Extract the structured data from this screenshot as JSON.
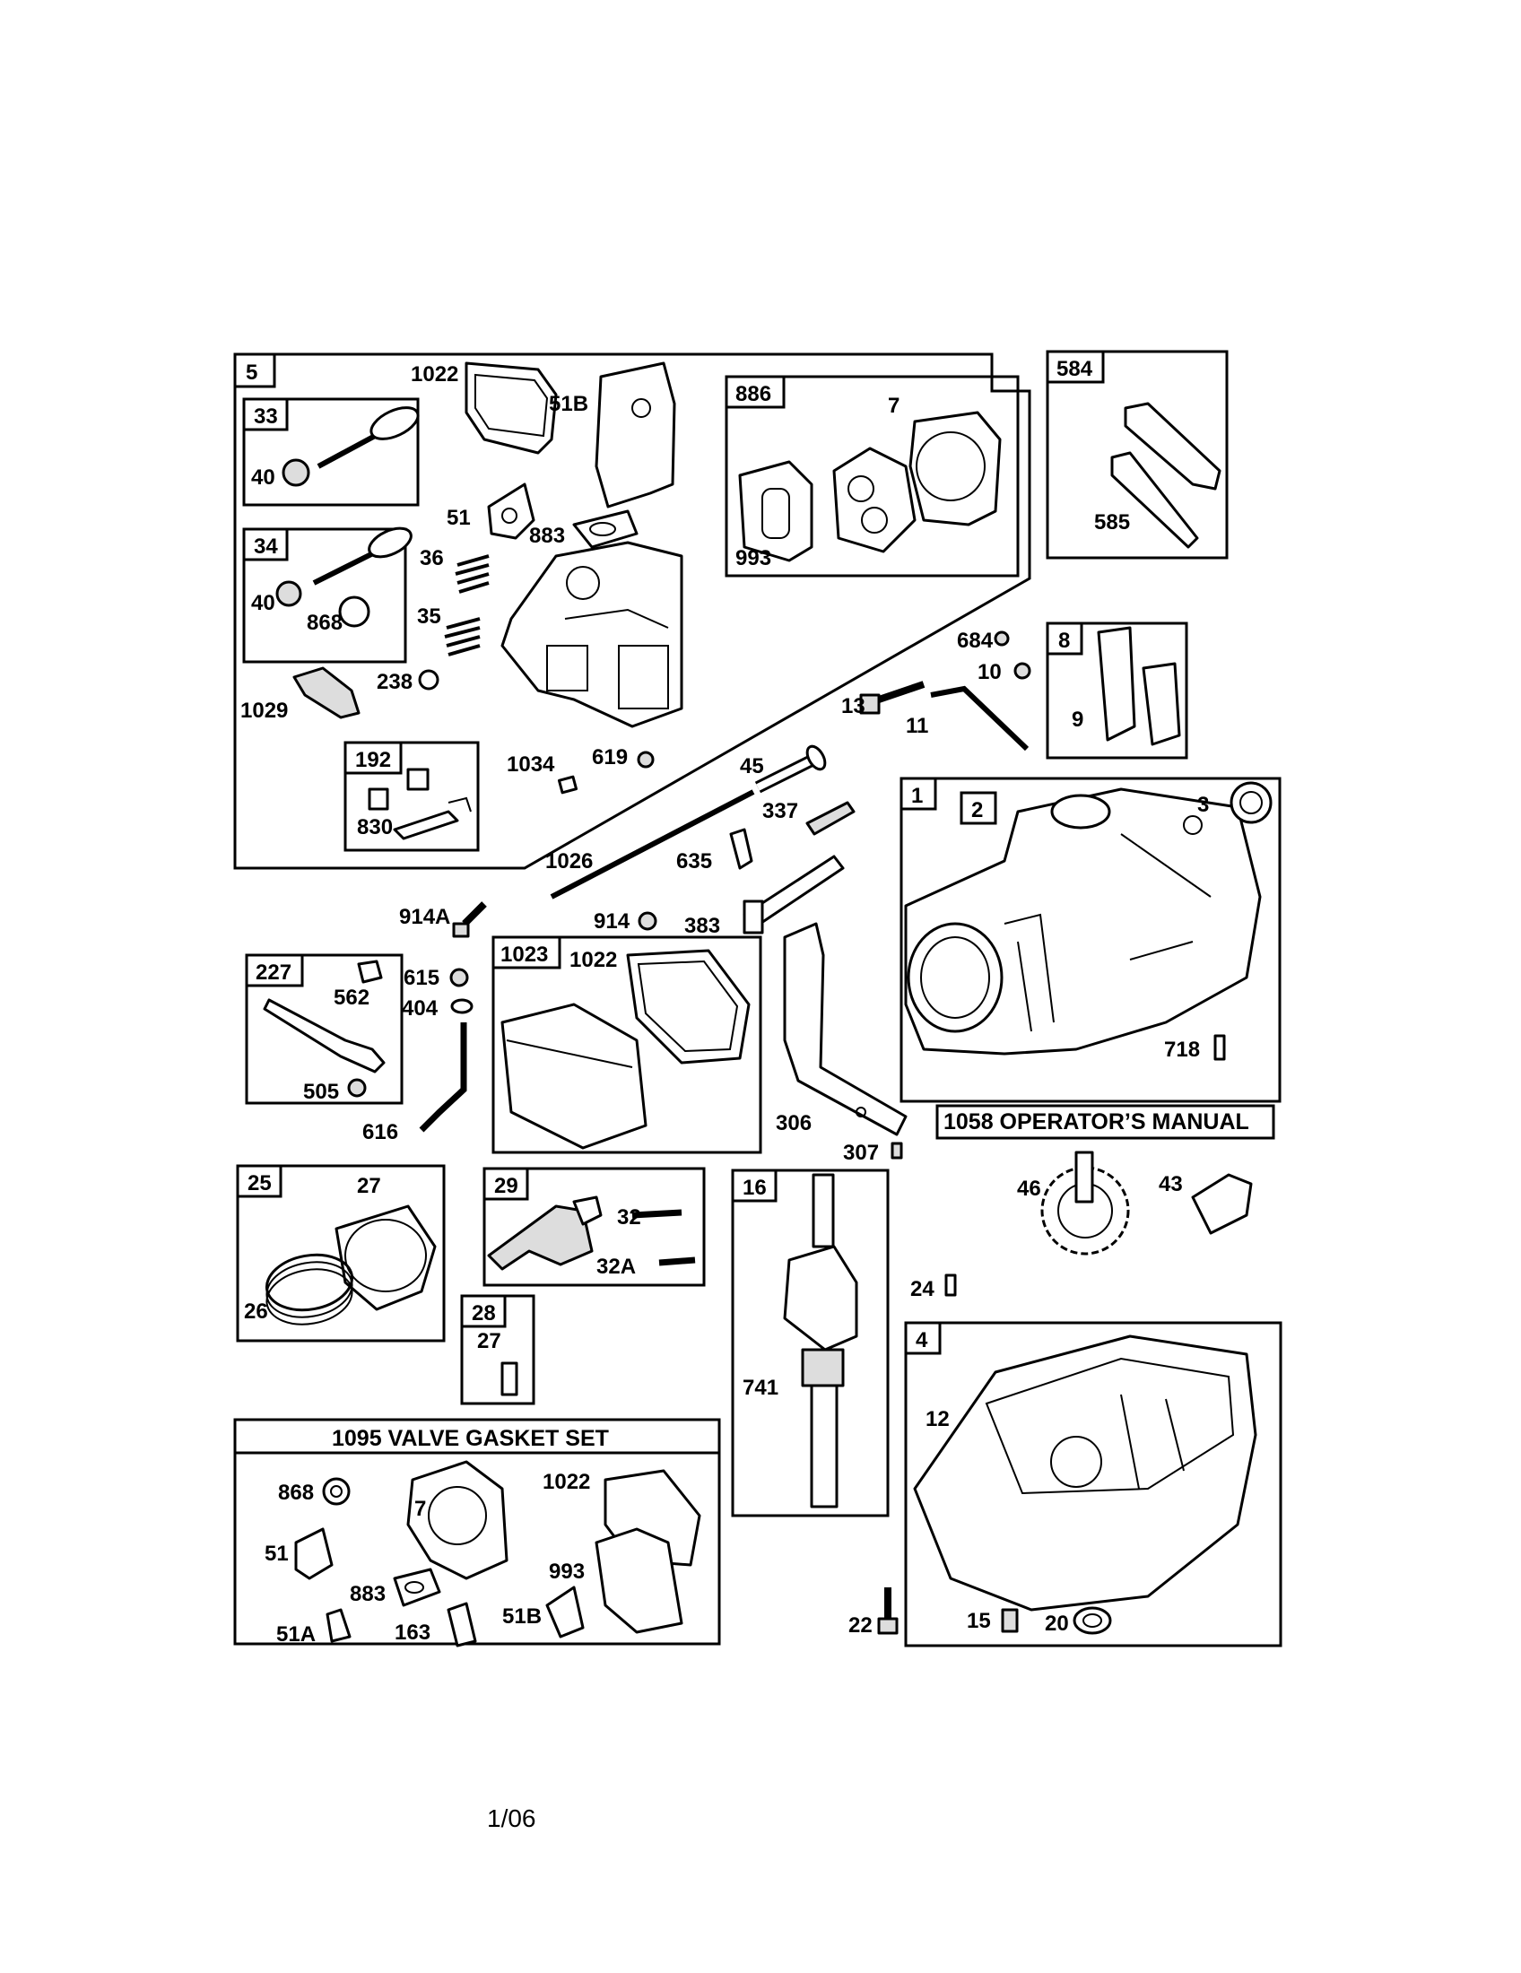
{
  "labels": {
    "box_5": "5",
    "p1022a": "1022",
    "p51b_a": "51B",
    "box_33": "33",
    "p40a": "40",
    "box_886": "886",
    "p7a": "7",
    "p993a": "993",
    "box_584": "584",
    "p585": "585",
    "p51a": "51",
    "p883a": "883",
    "box_34": "34",
    "p36": "36",
    "p40b": "40",
    "p868a": "868",
    "p35": "35",
    "p1029": "1029",
    "p238": "238",
    "box_192": "192",
    "p830": "830",
    "p1034": "1034",
    "p619": "619",
    "p684": "684",
    "p10": "10",
    "p13": "13",
    "p11": "11",
    "box_8": "8",
    "p9": "9",
    "p45": "45",
    "p337": "337",
    "p1026": "1026",
    "p635": "635",
    "box_1": "1",
    "box_2": "2",
    "p3": "3",
    "p914a": "914A",
    "p914": "914",
    "p383": "383",
    "box_227": "227",
    "p562": "562",
    "p615": "615",
    "p404": "404",
    "box_1023": "1023",
    "p1022b": "1022",
    "p505": "505",
    "p718": "718",
    "p616": "616",
    "p306": "306",
    "p307": "307",
    "box_25": "25",
    "p27a": "27",
    "p26": "26",
    "box_29": "29",
    "p32": "32",
    "p32a": "32A",
    "box_16": "16",
    "p46": "46",
    "p43": "43",
    "p24": "24",
    "box_28": "28",
    "p27b": "27",
    "box_4": "4",
    "p741": "741",
    "p12": "12",
    "p868b": "868",
    "p7b": "7",
    "p1022c": "1022",
    "p51b": "51",
    "p883b": "883",
    "p993b": "993",
    "p51b_b": "51B",
    "p51a_b": "51A",
    "p163": "163",
    "p22": "22",
    "p15": "15",
    "p20": "20"
  },
  "manual_label": "1058 OPERATOR’S MANUAL",
  "gasket_set_title": "1095 VALVE GASKET SET",
  "footer": "1/06"
}
